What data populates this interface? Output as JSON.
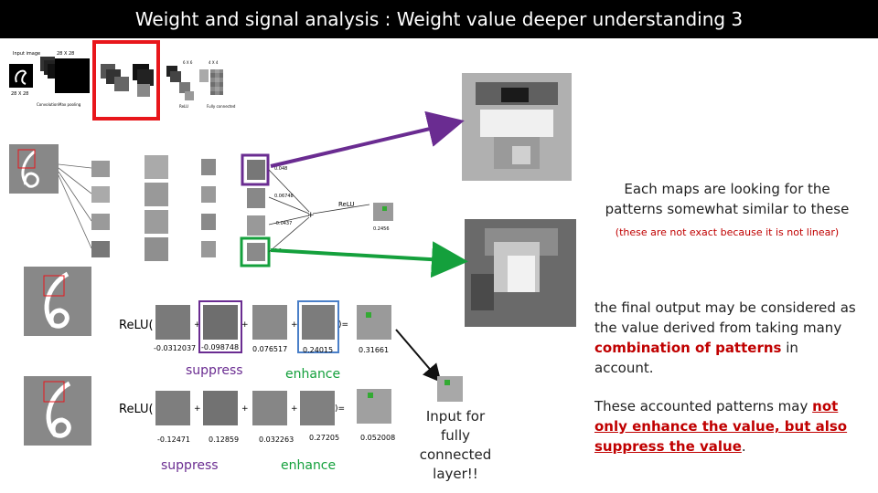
{
  "title": "Weight and signal analysis : Weight value deeper understanding 3",
  "colors": {
    "red": "#e8161b",
    "purple": "#6a2c91",
    "green": "#14a03c",
    "accent_text": "#c00000"
  },
  "cnn_thumbnail": {
    "input_label": "Input image",
    "size_labels": [
      "28 X 28",
      "28 X 28",
      "6 X 6",
      "4 X 4"
    ],
    "layer_labels": [
      "Convolution",
      "Max pooling",
      "ReLU",
      "Fully connected"
    ]
  },
  "network": {
    "op_plus": "+",
    "relu_label": "ReLU",
    "weights": [
      "0.048",
      "0.06748",
      "-0.0437",
      "0.0"
    ],
    "output_value": "0.2456"
  },
  "row1": {
    "relu_open": "ReLU(",
    "plus": "+",
    "close": ")=",
    "values": [
      "-0.0312037",
      "-0.098748",
      "0.076517",
      "0.24015",
      "0.31661"
    ],
    "suppress": "suppress",
    "enhance": "enhance"
  },
  "row2": {
    "relu_open": "ReLU(",
    "plus": "+",
    "close": ")=",
    "values": [
      "-0.12471",
      "0.12859",
      "0.032263",
      "0.27205",
      "0.052008"
    ],
    "suppress": "suppress",
    "enhance": "enhance"
  },
  "fc_input_label": "Input for fully connected layer!!",
  "notes": {
    "maps_pattern": "Each maps are looking for the patterns somewhat similar to these",
    "not_exact": "(these are not exact because it is not linear)",
    "final_output_1": "the final output may be considered as the value derived from taking many ",
    "final_output_emph": "combination of patterns",
    "final_output_2": " in account.",
    "accounted_1": "These accounted patterns may ",
    "accounted_not": "not",
    "accounted_emph": "only enhance the value, but also suppress the value",
    "accounted_2": "."
  }
}
